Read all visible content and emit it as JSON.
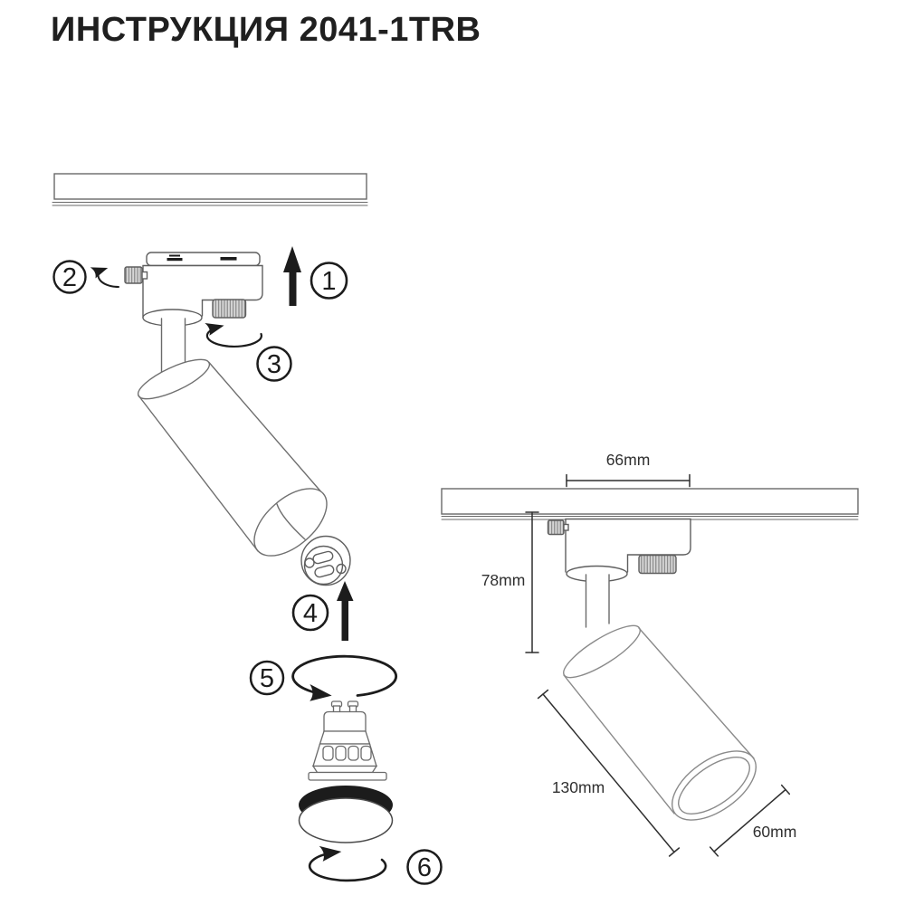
{
  "title": "ИНСТРУКЦИЯ 2041-1TRB",
  "steps": {
    "s1": "1",
    "s2": "2",
    "s3": "3",
    "s4": "4",
    "s5": "5",
    "s6": "6"
  },
  "dimensions": {
    "track_width": "66mm",
    "drop_height": "78mm",
    "body_length": "130mm",
    "body_diameter": "60mm"
  },
  "colors": {
    "outline": "#666666",
    "dark": "#1c1c1c",
    "dimension": "#2f2f2f",
    "knurl_fill": "#d6d6d6"
  }
}
